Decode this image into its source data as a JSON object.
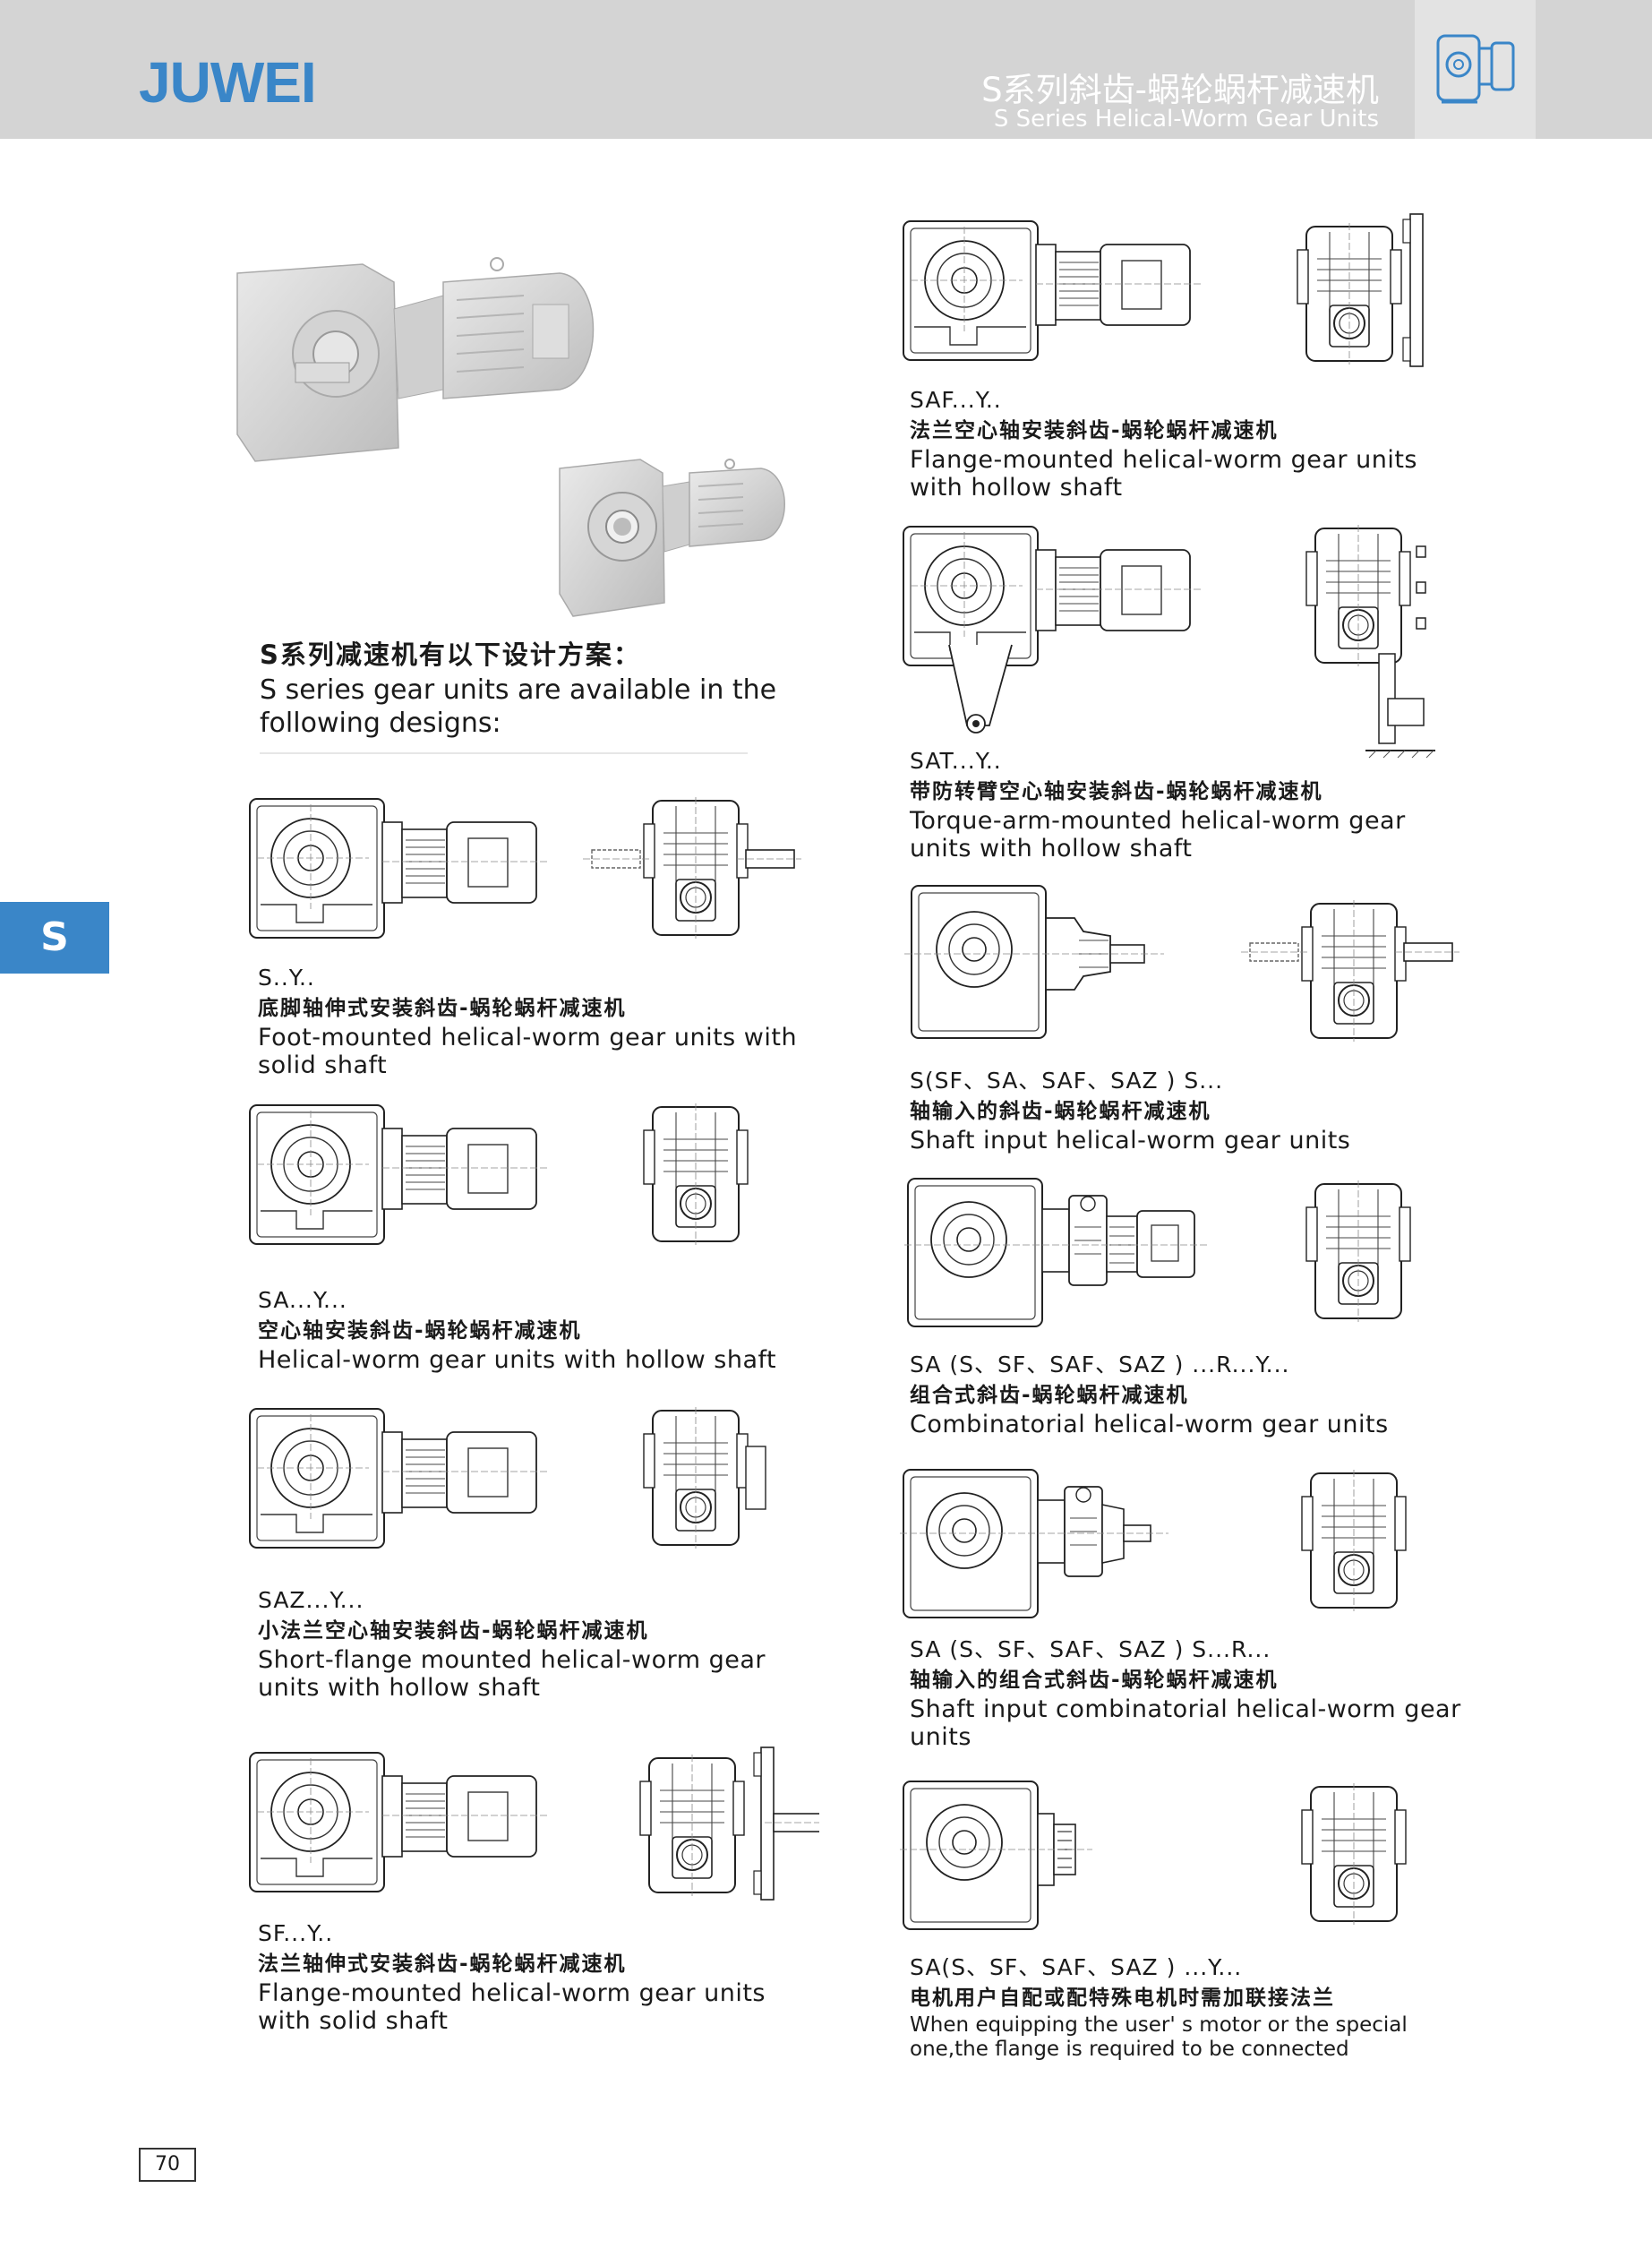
{
  "header": {
    "brand": "JUWEI",
    "title_cn": "S系列斜齿-蜗轮蜗杆减速机",
    "title_en": "S Series Helical-Worm Gear Units",
    "icon": "gear-unit-icon"
  },
  "side_tab": {
    "label": "S"
  },
  "intro": {
    "title_cn": "S系列减速机有以下设计方案：",
    "title_en": "S series gear units are available in the following designs:"
  },
  "designs": [
    {
      "code": "S..Y..",
      "cn": "底脚轴伸式安装斜齿-蜗轮蜗杆减速机",
      "en": "Foot-mounted helical-worm gear units with solid shaft"
    },
    {
      "code": "SA...Y...",
      "cn": "空心轴安装斜齿-蜗轮蜗杆减速机",
      "en": "Helical-worm gear units with hollow shaft"
    },
    {
      "code": "SAZ...Y...",
      "cn": "小法兰空心轴安装斜齿-蜗轮蜗杆减速机",
      "en": "Short-flange mounted helical-worm gear units with hollow shaft"
    },
    {
      "code": "SF...Y..",
      "cn": "法兰轴伸式安装斜齿-蜗轮蜗杆减速机",
      "en": "Flange-mounted helical-worm gear units with solid shaft"
    },
    {
      "code": "SAF...Y..",
      "cn": "法兰空心轴安装斜齿-蜗轮蜗杆减速机",
      "en": "Flange-mounted helical-worm gear units with hollow shaft"
    },
    {
      "code": "SAT...Y..",
      "cn": "带防转臂空心轴安装斜齿-蜗轮蜗杆减速机",
      "en": "Torque-arm-mounted helical-worm gear units with hollow shaft"
    },
    {
      "code": "S(SF、SA、SAF、SAZ ) S...",
      "cn": "轴输入的斜齿-蜗轮蜗杆减速机",
      "en": "Shaft input helical-worm gear units"
    },
    {
      "code": "SA (S、SF、SAF、SAZ ) ...R...Y...",
      "cn": "组合式斜齿-蜗轮蜗杆减速机",
      "en": "Combinatorial helical-worm gear units"
    },
    {
      "code": "SA (S、SF、SAF、SAZ ) S...R...",
      "cn": "轴输入的组合式斜齿-蜗轮蜗杆减速机",
      "en": "Shaft input combinatorial helical-worm gear units"
    },
    {
      "code": "SA(S、SF、SAF、SAZ ) ...Y...",
      "cn": "电机用户自配或配特殊电机时需加联接法兰",
      "en": "When equipping the user' s motor or the special one,the flange is required to be connected"
    }
  ],
  "footer": {
    "page_number": "70"
  }
}
